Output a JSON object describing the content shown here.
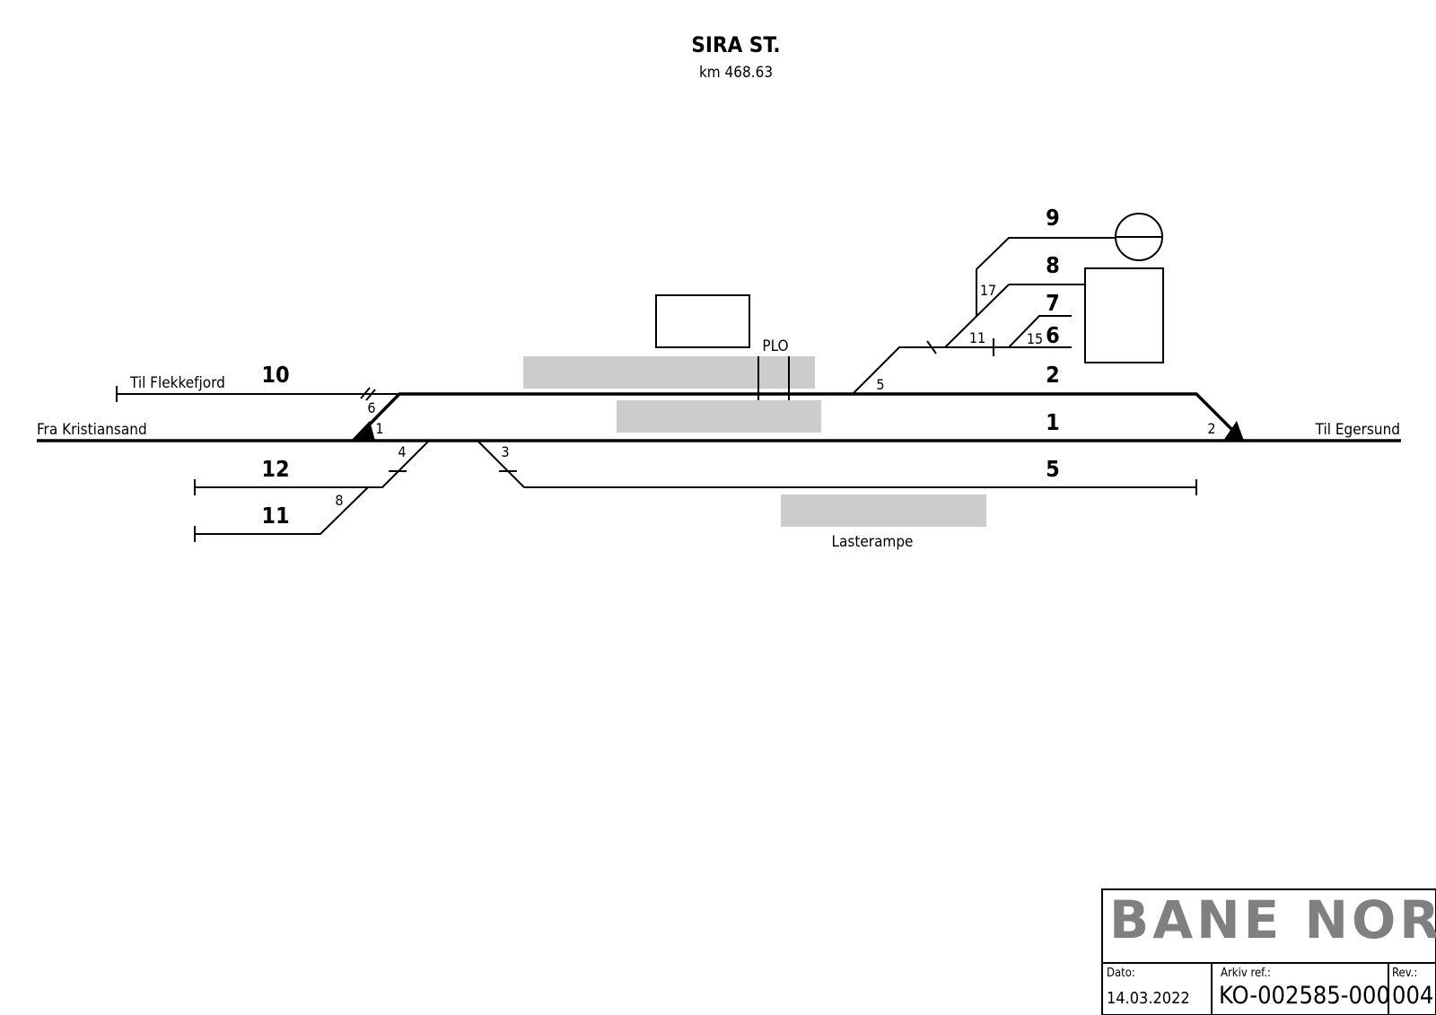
{
  "header": {
    "title": "SIRA ST.",
    "km": "km 468.63"
  },
  "directions": {
    "til_flekkefjord": "Til Flekkefjord",
    "fra_kristiansand": "Fra Kristiansand",
    "til_egersund": "Til Egersund"
  },
  "labels": {
    "plo": "PLO",
    "lasterampe": "Lasterampe"
  },
  "tracks": {
    "t1": "1",
    "t2": "2",
    "t5": "5",
    "t6": "6",
    "t7": "7",
    "t8": "8",
    "t9": "9",
    "t10": "10",
    "t11": "11",
    "t12": "12"
  },
  "switches": {
    "s1": "1",
    "s2": "2",
    "s3": "3",
    "s4": "4",
    "s5": "5",
    "s6": "6",
    "s8": "8",
    "s11": "11",
    "s15": "15",
    "s17": "17"
  },
  "title_block": {
    "logo": "BANE NOR",
    "dato_label": "Dato:",
    "dato": "14.03.2022",
    "arkiv_label": "Arkiv ref.:",
    "arkiv": "KO-002585-000",
    "rev_label": "Rev.:",
    "rev": "004"
  }
}
